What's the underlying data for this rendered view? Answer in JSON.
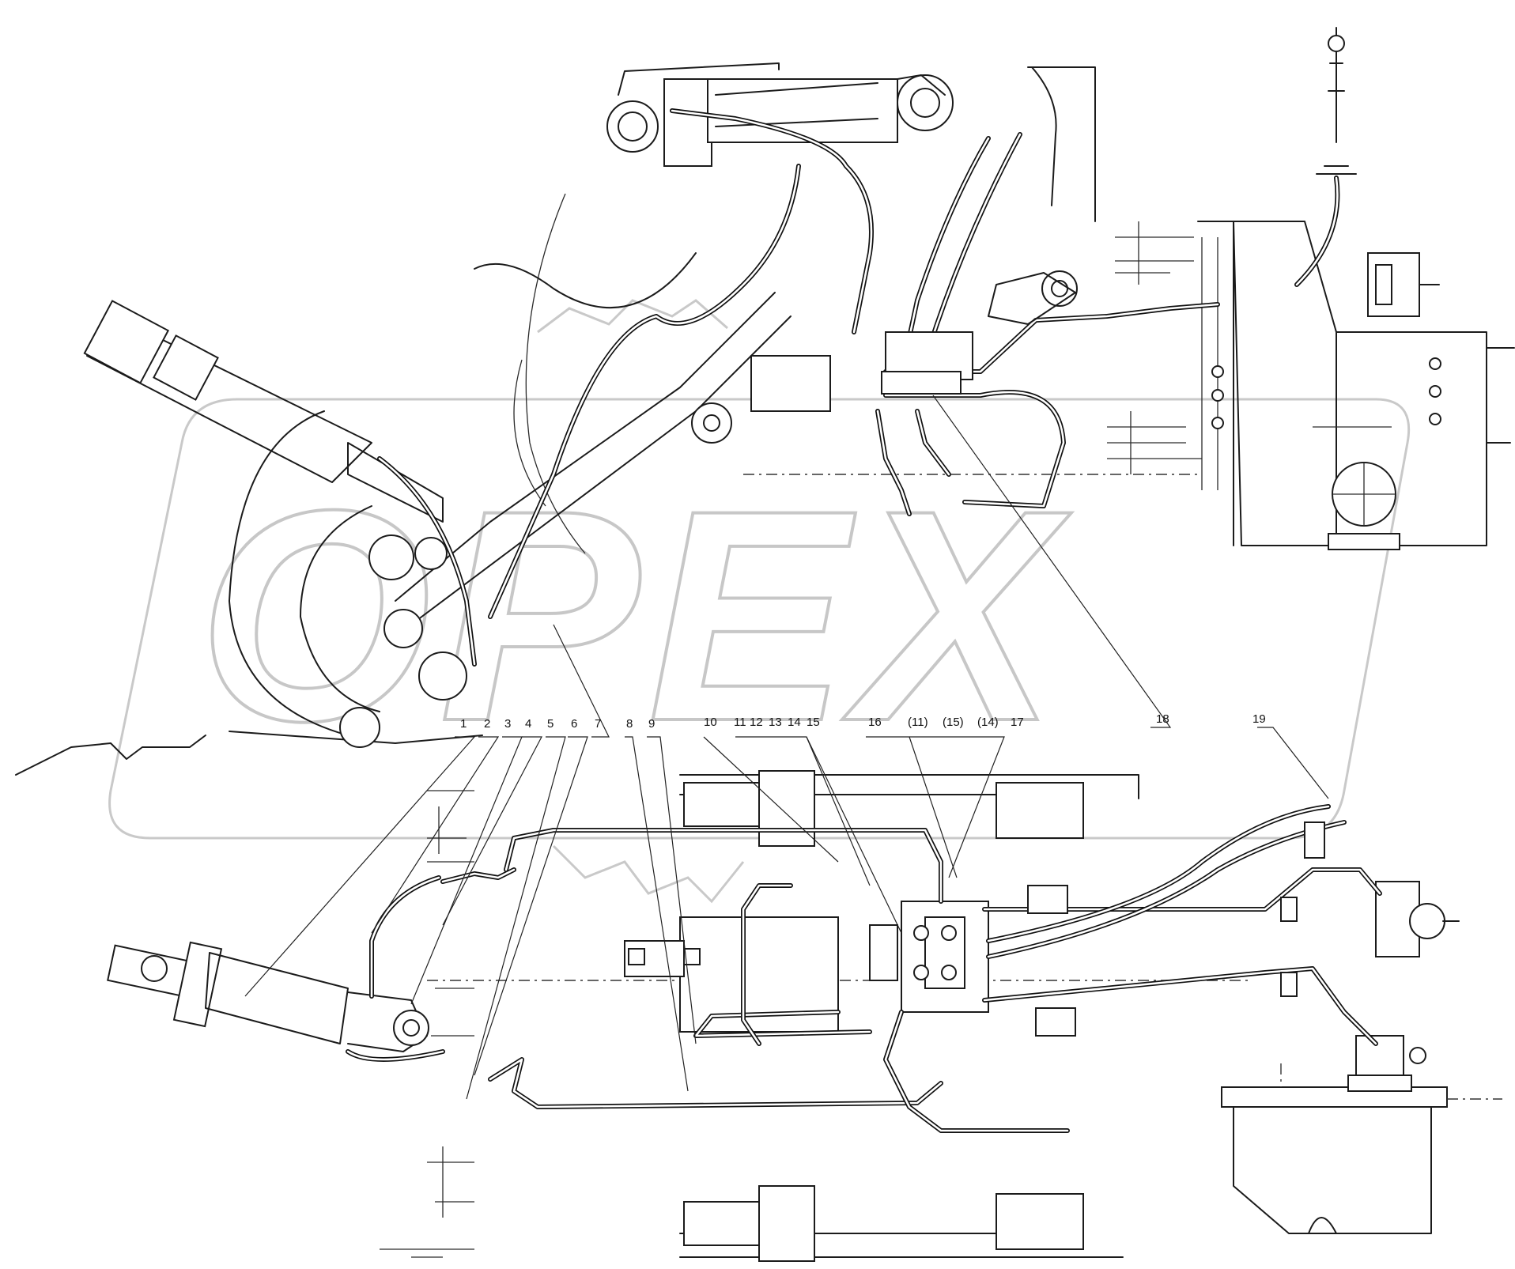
{
  "diagram": {
    "watermark_text": "OPEX",
    "callouts": [
      {
        "id": "1",
        "text": "1"
      },
      {
        "id": "2",
        "text": "2"
      },
      {
        "id": "3",
        "text": "3"
      },
      {
        "id": "4",
        "text": "4"
      },
      {
        "id": "5",
        "text": "5"
      },
      {
        "id": "6",
        "text": "6"
      },
      {
        "id": "7",
        "text": "7"
      },
      {
        "id": "8",
        "text": "8"
      },
      {
        "id": "9",
        "text": "9"
      },
      {
        "id": "10",
        "text": "10"
      },
      {
        "id": "11",
        "text": "11"
      },
      {
        "id": "12",
        "text": "12"
      },
      {
        "id": "13",
        "text": "13"
      },
      {
        "id": "14",
        "text": "14"
      },
      {
        "id": "15",
        "text": "15"
      },
      {
        "id": "16",
        "text": "16"
      },
      {
        "id": "11b",
        "text": "(11)"
      },
      {
        "id": "15b",
        "text": "(15)"
      },
      {
        "id": "14b",
        "text": "(14)"
      },
      {
        "id": "17",
        "text": "17"
      },
      {
        "id": "18",
        "text": "18"
      },
      {
        "id": "19",
        "text": "19"
      }
    ]
  }
}
